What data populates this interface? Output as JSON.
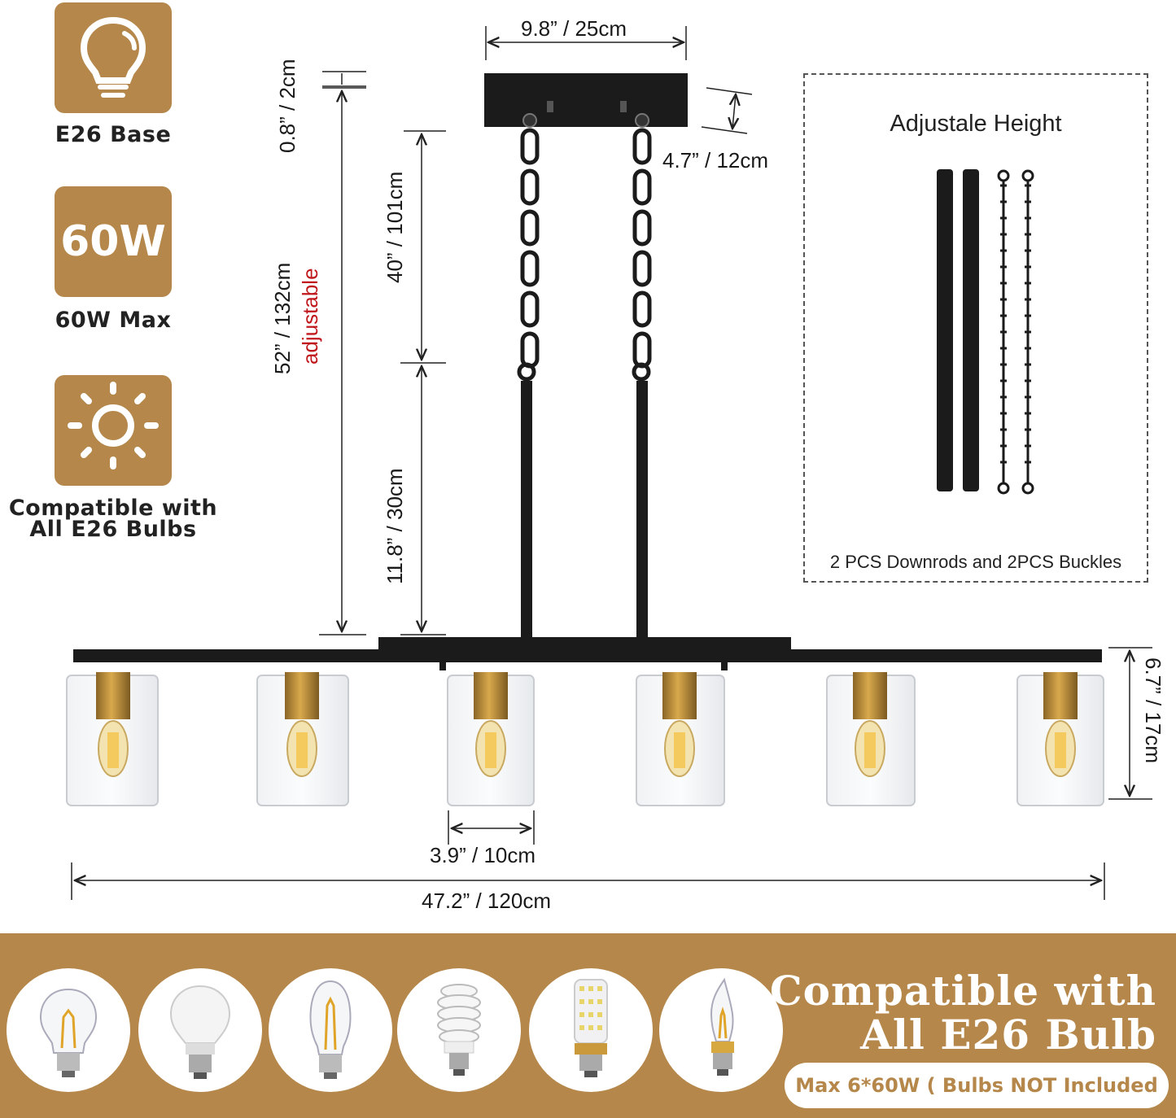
{
  "features": [
    {
      "icon": "bulb-icon",
      "label": "E26 Base"
    },
    {
      "icon": "wattage-badge",
      "badge_text": "60W",
      "label": "60W Max"
    },
    {
      "icon": "sun-icon",
      "label_line1": "Compatible with",
      "label_line2": "All E26 Bulbs"
    }
  ],
  "dimensions": {
    "canopy_width": "9.8” / 25cm",
    "canopy_gap": "0.8” / 2cm",
    "canopy_height": "4.7” / 12cm",
    "chain_length": "40” / 101cm",
    "rod_length": "11.8” / 30cm",
    "total_height": "52” / 132cm",
    "adjustable_note": "adjustable",
    "shade_height": "6.7” / 17cm",
    "shade_width": "3.9” / 10cm",
    "total_width": "47.2” / 120cm"
  },
  "adjustable_box": {
    "title": "Adjustale Height",
    "caption": "2 PCS Downrods and 2PCS Buckles"
  },
  "banner": {
    "title_line1": "Compatible with",
    "title_line2": "All E26 Bulb",
    "note": "Max 6*60W ( Bulbs NOT Included",
    "bulbs": [
      "a19-filament-bulb-icon",
      "led-bulb-icon",
      "st64-filament-bulb-icon",
      "cfl-spiral-bulb-icon",
      "corn-led-bulb-icon",
      "candle-bulb-icon"
    ]
  },
  "colors": {
    "accent_gold": "#b5874a",
    "fixture_black": "#1b1b1b",
    "adjustable_red": "#c0171c"
  }
}
